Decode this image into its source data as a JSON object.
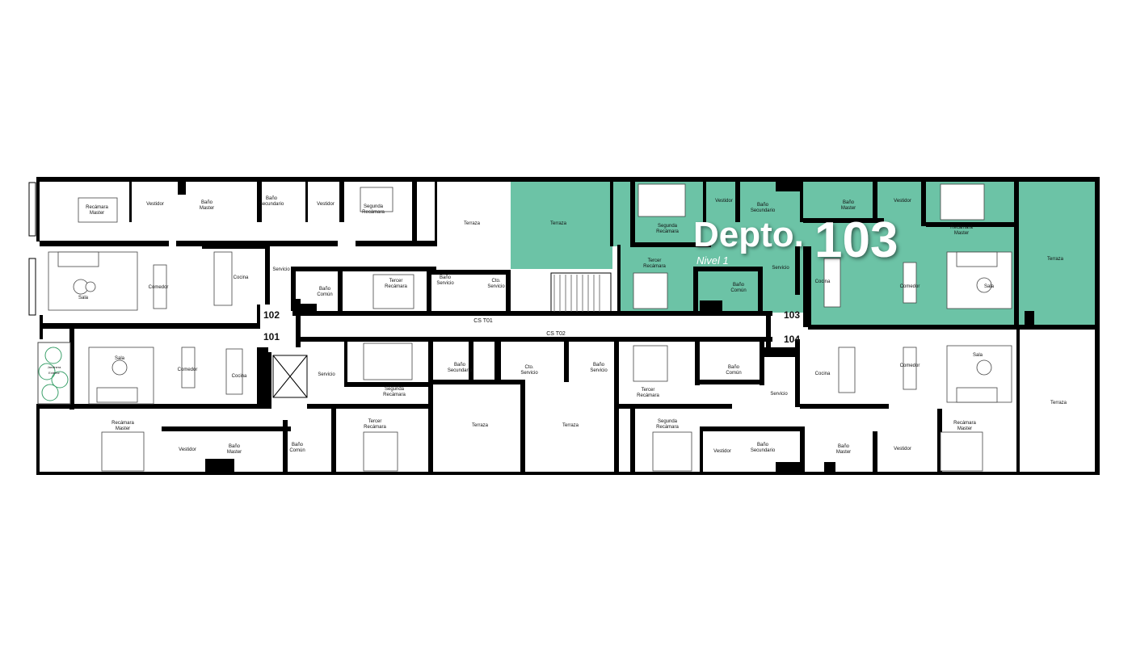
{
  "highlight": {
    "prefix": "Depto.",
    "number": "103",
    "level": "Nivel 1",
    "color": "#6cc3a6"
  },
  "unit_numbers": [
    "102",
    "101",
    "103",
    "104"
  ],
  "corridor_labels": [
    "CS T01",
    "CS T02"
  ],
  "rooms": {
    "recamara_master": "Recámara Master",
    "vestidor": "Vestidor",
    "bano_master": "Baño Master",
    "bano_secundario": "Baño Secundario",
    "segunda_recamara": "Segunda Recámara",
    "tercer_recamara": "Tercer Recámara",
    "terraza": "Terraza",
    "servicio": "Servicio",
    "bano_comun": "Baño Común",
    "bano_servicio": "Baño Servicio",
    "cto_servicio": "Cto. Servicio",
    "cocina": "Cocina",
    "comedor": "Comedor",
    "sala": "Sala",
    "jardinera": "Jardinera Exterior"
  }
}
